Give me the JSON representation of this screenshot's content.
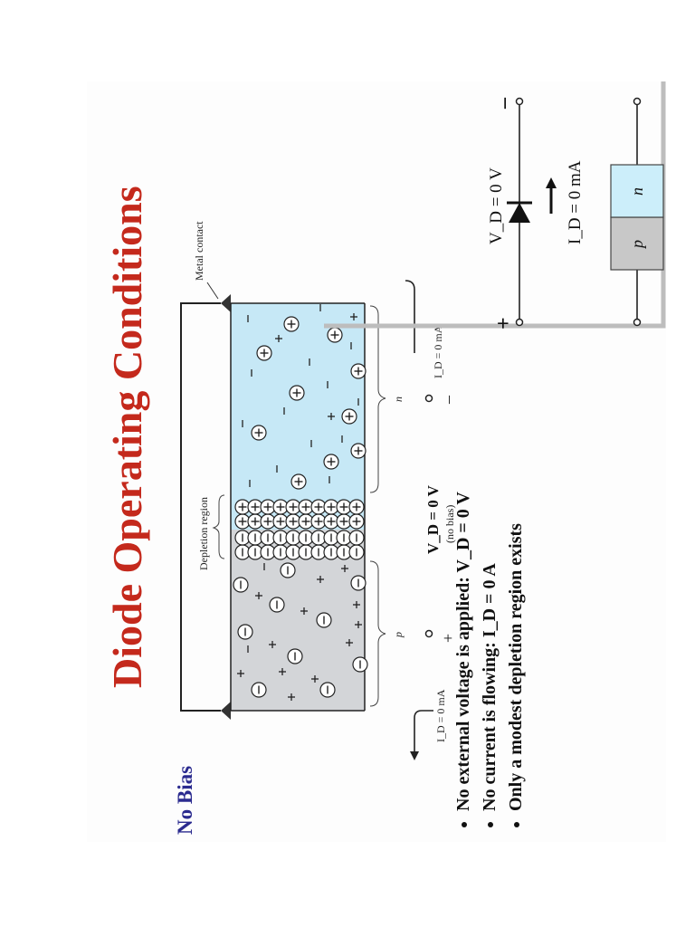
{
  "slide": {
    "title": "Diode Operating Conditions",
    "subtitle": "No Bias",
    "bullets": [
      "No external voltage is applied: V_D = 0 V",
      "No current is flowing: I_D = 0 A",
      "Only a modest depletion region exists"
    ]
  },
  "diagram": {
    "depletion_label": "Depletion region",
    "metal_contact_label": "Metal contact",
    "p_label": "p",
    "n_label": "n",
    "vd_label": "V_D = 0 V",
    "no_bias_label": "(no bias)",
    "id_left": "I_D = 0 mA",
    "id_right": "I_D = 0 mA",
    "plus_terminal": "+",
    "minus_terminal": "–"
  },
  "schematic": {
    "plus": "+",
    "minus": "–",
    "vd_label": "V_D = 0 V",
    "id_label": "I_D = 0 mA",
    "p_label": "p",
    "n_label": "n"
  },
  "colors": {
    "title": "#c4291c",
    "subtitle": "#2b2b8f",
    "p_region": "#d3d5d8",
    "n_region": "#c6e8f6",
    "frame_gray": "#bdbdbd"
  }
}
